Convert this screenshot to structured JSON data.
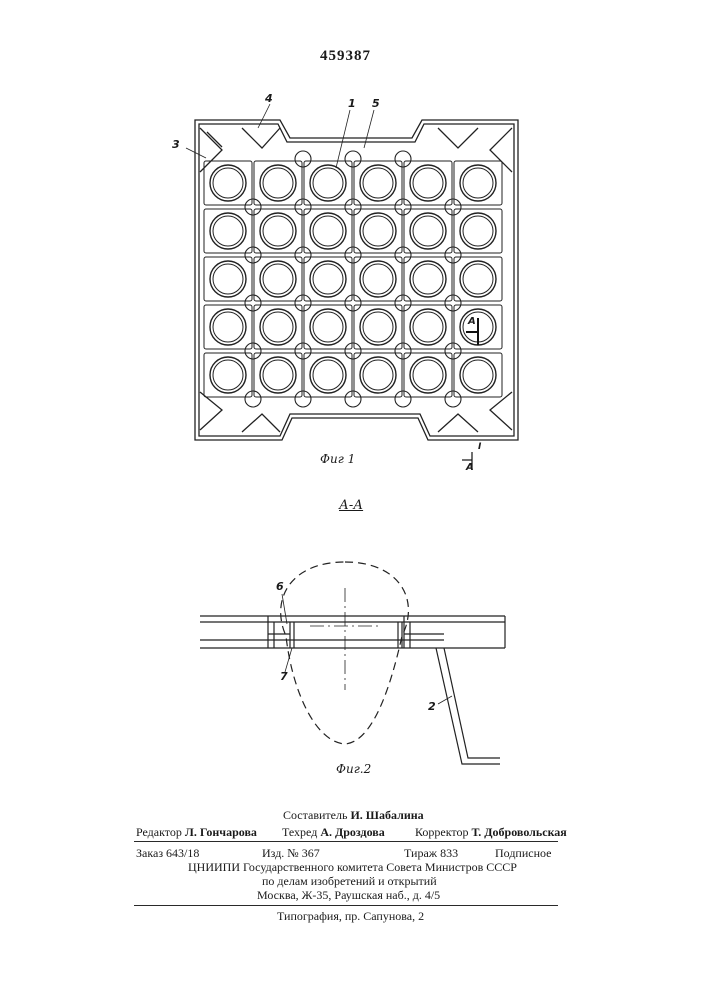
{
  "header": {
    "patent_number": "459387"
  },
  "figure1": {
    "caption": "Фиг 1",
    "labels": {
      "n4": "4",
      "n3": "3",
      "n1": "1",
      "n5": "5",
      "A_top": "A",
      "A_bottom": "A",
      "I": "I"
    },
    "grid": {
      "rows": 5,
      "cols": 6
    }
  },
  "section": {
    "title": "А-А"
  },
  "figure2": {
    "caption": "Фиг.2",
    "labels": {
      "n6": "6",
      "n7": "7",
      "n2": "2"
    }
  },
  "footer": {
    "compiler_label": "Составитель",
    "compiler_name": "И. Шабалина",
    "editor_label": "Редактор",
    "editor_name": "Л. Гончарова",
    "techred_label": "Техред",
    "techred_name": "А. Дроздова",
    "corrector_label": "Корректор",
    "corrector_name": "Т. Добровольская",
    "order": "Заказ 643/18",
    "izd": "Изд. № 367",
    "tirazh": "Тираж 833",
    "signed": "Подписное",
    "org_line1": "ЦНИИПИ Государственного комитета Совета Министров СССР",
    "org_line2": "по делам изобретений и открытий",
    "org_line3": "Москва, Ж-35, Раушская наб., д. 4/5",
    "printer": "Типография, пр. Сапунова, 2"
  }
}
